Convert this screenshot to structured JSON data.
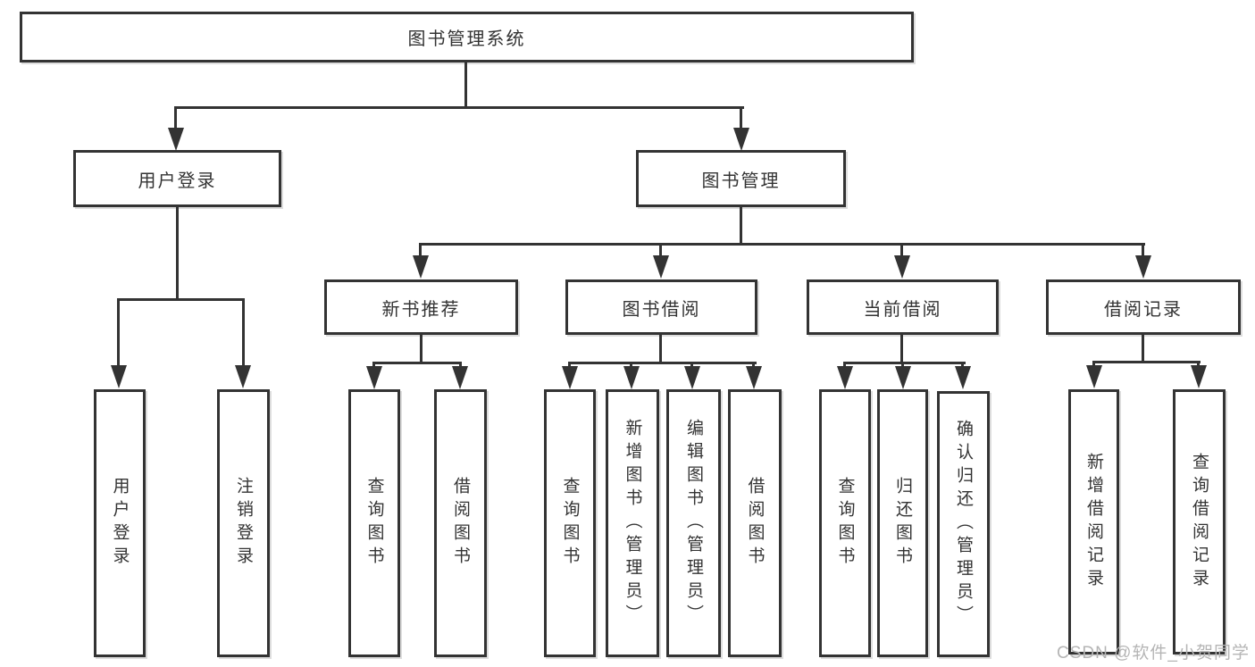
{
  "nodes": {
    "root": "图书管理系统",
    "user_login": "用户登录",
    "book_mgmt": "图书管理",
    "new_book": "新书推荐",
    "book_borrow": "图书借阅",
    "current_borrow": "当前借阅",
    "borrow_record": "借阅记录",
    "leaf_user_login": "用户登录",
    "leaf_logout": "注销登录",
    "leaf_nb_query": "查询图书",
    "leaf_nb_borrow": "借阅图书",
    "leaf_bb_query": "查询图书",
    "leaf_bb_add": "新增图书（管理员）",
    "leaf_bb_edit": "编辑图书（管理员）",
    "leaf_bb_borrow": "借阅图书",
    "leaf_cb_query": "查询图书",
    "leaf_cb_return": "归还图书",
    "leaf_cb_confirm": "确认归还（管理员）",
    "leaf_br_add": "新增借阅记录",
    "leaf_br_query": "查询借阅记录"
  },
  "watermark": "CSDN @软件_小贺同学",
  "colors": {
    "line": "#333333",
    "text": "#333333",
    "watermark": "#b5b5b5",
    "background": "#ffffff"
  }
}
